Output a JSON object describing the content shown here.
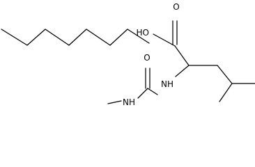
{
  "structure": {
    "labels": {
      "oxygen_carbonyl_acid": "O",
      "hydroxyl": "HO",
      "amine_right": "NH",
      "oxygen_carbonyl_urea": "O",
      "amine_left": "NH"
    }
  },
  "colors": {
    "background": "#ffffff",
    "ink": "#000000"
  }
}
